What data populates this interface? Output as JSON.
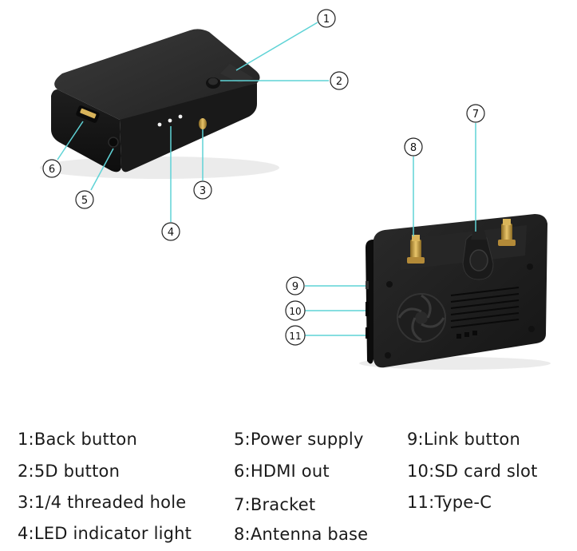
{
  "callouts": [
    "1",
    "2",
    "3",
    "4",
    "5",
    "6",
    "7",
    "8",
    "9",
    "10",
    "11"
  ],
  "legend": [
    "1:Back button",
    "2:5D button",
    "3:1/4 threaded hole",
    "4:LED indicator light",
    "5:Power supply",
    "6:HDMI out",
    "7:Bracket",
    "8:Antenna base",
    "9:Link button",
    "10:SD card slot",
    "11:Type-C"
  ],
  "colors": {
    "leader_line": "#5fd3d6",
    "device_body": "#1c1c1c",
    "device_top": "#2e2e2e",
    "antenna_gold": "#c9a24a",
    "led": "#f5f5f5"
  }
}
